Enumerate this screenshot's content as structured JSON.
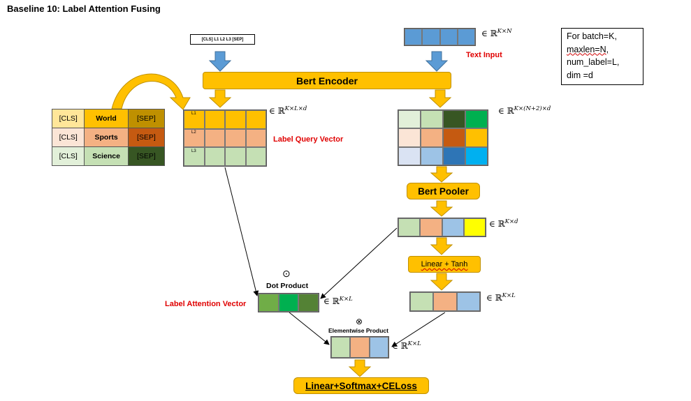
{
  "title": "Baseline 10: Label Attention Fusing",
  "note_lines": [
    "For batch=K,",
    "maxlen=N,",
    "num_label=L,",
    "dim =d"
  ],
  "label_input": "[CLS] L1 L2 L3 [SEP]",
  "text_input_label": "Text Input",
  "bert_encoder": "Bert Encoder",
  "bert_pooler": "Bert Pooler",
  "linear_tanh": "Linear + Tanh",
  "dot_product": "Dot Product",
  "dot_symbol": "⊙",
  "elementwise_product": "Elementwise Product",
  "otimes_symbol": "⊗",
  "final_label": "Linear+Softmax+CELoss",
  "label_query_vector": "Label Query Vector",
  "label_attention_vector": "Label Attention Vector",
  "row_labels": [
    "L1",
    "L2",
    "L3"
  ],
  "label_table": [
    {
      "cls": "[CLS]",
      "label": "World",
      "sep": "[SEP]"
    },
    {
      "cls": "[CLS]",
      "label": "Sports",
      "sep": "[SEP]"
    },
    {
      "cls": "[CLS]",
      "label": "Science",
      "sep": "[SEP]"
    }
  ],
  "dims": {
    "text_input": "K×N",
    "label_query": "K×L×d",
    "encoder_out": "K×(N+2)×d",
    "pooled": "K×d",
    "label_attn": "K×L",
    "tanh_out": "K×L",
    "elementwise": "K×L"
  },
  "in_symbol": "∈ ℝ",
  "colors": {
    "gold": "#ffc000",
    "input_blue": "#5b9bd5",
    "arrow_blue": "#5b9bd5",
    "red_label": "#e00000",
    "world": [
      "#ffe699",
      "#ffc000",
      "#bf9000"
    ],
    "sports": [
      "#fbe5d6",
      "#f4b183",
      "#c55a11"
    ],
    "science": [
      "#e2f0d9",
      "#c5e0b4",
      "#375623"
    ]
  }
}
